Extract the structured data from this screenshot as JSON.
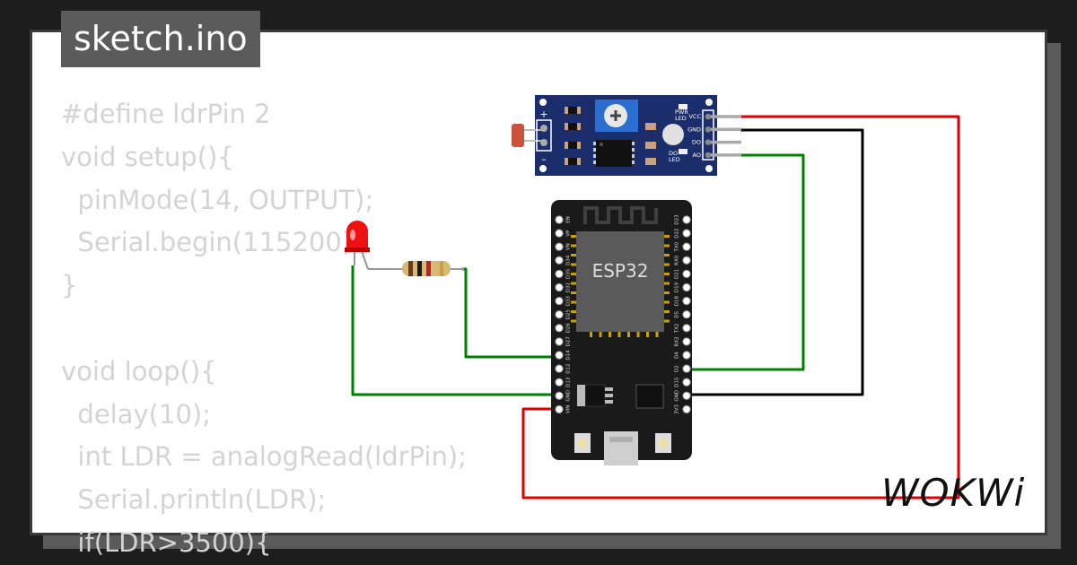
{
  "title": "sketch.ino",
  "code_lines": [
    "#define ldrPin 2",
    "void setup(){",
    "  pinMode(14, OUTPUT);",
    "  Serial.begin(115200);",
    "}",
    "",
    "void loop(){",
    "  delay(10);",
    "  int LDR = analogRead(ldrPin);",
    "  Serial.println(LDR);",
    "  if(LDR>3500){"
  ],
  "esp32": {
    "chip_label": "ESP32",
    "left_pins": [
      "EN",
      "VP",
      "VN",
      "D34",
      "D35",
      "D32",
      "D33",
      "D25",
      "D26",
      "D27",
      "D14",
      "D12",
      "D13",
      "GND",
      "VIN"
    ],
    "right_pins": [
      "D23",
      "D22",
      "TX0",
      "RX0",
      "D21",
      "D19",
      "D18",
      "D5",
      "TX2",
      "RX2",
      "D4",
      "D2",
      "D15",
      "GND",
      "3V3"
    ]
  },
  "ldr_module": {
    "labels": {
      "pwr_led": "PWR\nLED",
      "do_led": "DO\nLED",
      "plus": "+",
      "minus": "–"
    },
    "pins": [
      "VCC",
      "GND",
      "DO",
      "AO"
    ]
  },
  "logo": "WOKWi",
  "colors": {
    "red_wire": "#e00000",
    "black_wire": "#000000",
    "green_wire": "#008000",
    "board": "#1a1a1a",
    "module": "#1b2d6b"
  }
}
